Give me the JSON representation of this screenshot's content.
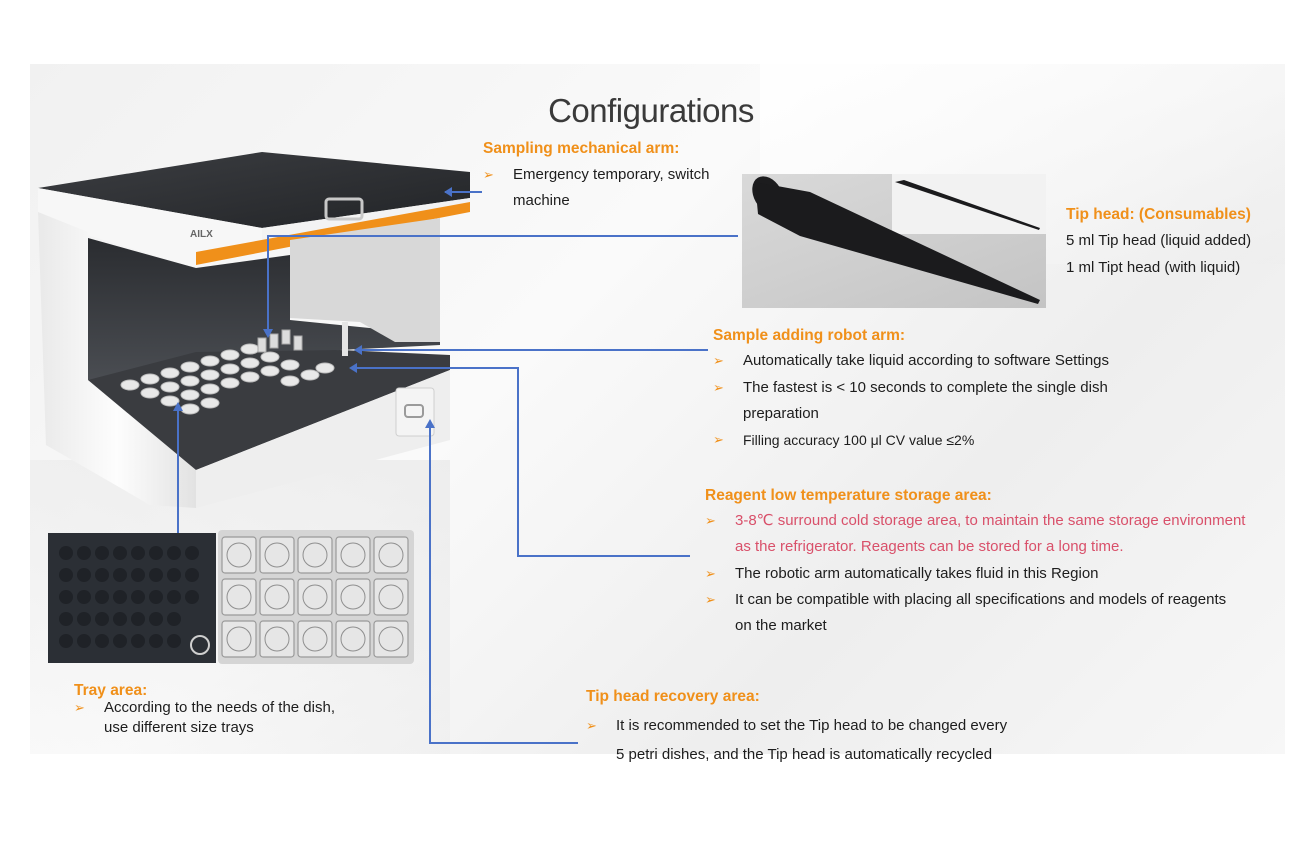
{
  "title": "Configurations",
  "sections": {
    "sampling_arm": {
      "title": "Sampling mechanical arm:",
      "items": [
        "Emergency temporary, switch",
        "machine"
      ]
    },
    "tip_head": {
      "title": "Tip head: (Consumables)",
      "lines": [
        "5 ml Tip head (liquid added)",
        "1 ml Tipt head (with liquid)"
      ]
    },
    "sample_arm": {
      "title": "Sample adding robot arm:",
      "items": [
        "Automatically take liquid according to software Settings",
        "The fastest is < 10 seconds to complete the single dish",
        "preparation",
        "Filling accuracy 100 μl CV value ≤2%"
      ]
    },
    "reagent": {
      "title": "Reagent low temperature storage area:",
      "red_lines": [
        "3-8℃ surround cold storage area, to maintain the same storage environment",
        "as the refrigerator. Reagents can be stored for a long time."
      ],
      "items": [
        "The robotic arm automatically takes fluid in this Region",
        "It can be compatible with placing all specifications and models of reagents",
        "on the market"
      ]
    },
    "tray": {
      "title": "Tray area:",
      "items": [
        "According to the needs of the dish,",
        "use different size trays"
      ]
    },
    "recovery": {
      "title": "Tip head recovery area:",
      "items": [
        "It is recommended to set the Tip head to be changed every",
        "5 petri dishes, and the Tip head is automatically recycled"
      ]
    }
  },
  "machine": {
    "logo": "AILX"
  },
  "colors": {
    "accent": "#f0901a",
    "line": "#4a72c8",
    "red": "#d9506a"
  },
  "icons": {
    "bullet": "arrow-bullet-icon"
  }
}
